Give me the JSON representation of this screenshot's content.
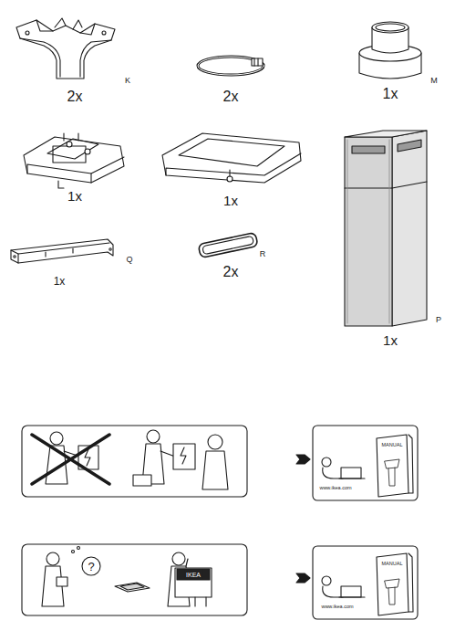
{
  "diagram": {
    "labels": [
      "K",
      "2x",
      "2x",
      "M",
      "1x",
      "1x",
      "1x",
      "Q",
      "1x",
      "R",
      "2x",
      "P",
      "1x",
      "MANUAL",
      "www.ikea.com",
      "?",
      "IKEA",
      "MANUAL",
      "www.ikea.com"
    ]
  }
}
